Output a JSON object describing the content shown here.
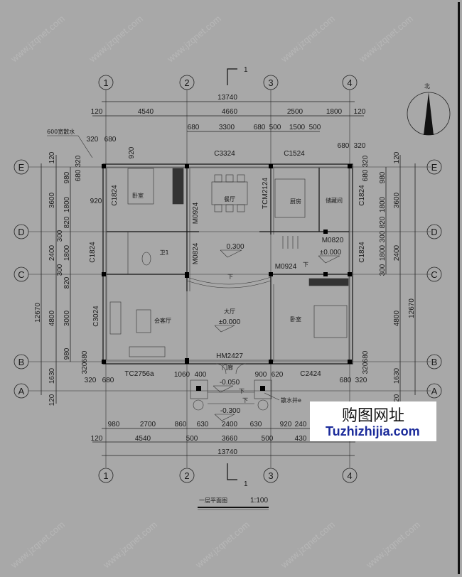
{
  "watermark": "www.jzqnet.com",
  "section_mark": "1",
  "north_label": "北",
  "axes": {
    "cols": [
      "1",
      "2",
      "3",
      "4"
    ],
    "rows": [
      "E",
      "D",
      "C",
      "B",
      "A"
    ]
  },
  "dims": {
    "top_total": "13740",
    "top_row": [
      "120",
      "4540",
      "4660",
      "2500",
      "1800",
      "120"
    ],
    "top_row2": [
      "680",
      "3300",
      "680",
      "500",
      "1500",
      "500"
    ],
    "bottom_row1": [
      "980",
      "2700",
      "860",
      "630",
      "2400",
      "630",
      "920",
      "240"
    ],
    "bottom_row2": [
      "120",
      "4540",
      "500",
      "3660",
      "500",
      "430"
    ],
    "bottom_total": "13740",
    "side_total": "12670",
    "side_mid": [
      "120",
      "3600",
      "2400",
      "4800",
      "1630",
      "120"
    ],
    "left_inner": [
      "980",
      "1800",
      "820",
      "300",
      "1800",
      "300",
      "820",
      "3000",
      "980"
    ],
    "right_inner": [
      "980",
      "1800",
      "820",
      "300",
      "1800",
      "300"
    ],
    "local": {
      "tl_h": [
        "320",
        "680"
      ],
      "tl_v": [
        "320",
        "680"
      ],
      "tl_920a": "920",
      "tl_920b": "920",
      "tr_h": [
        "680",
        "320"
      ],
      "tr_v": [
        "320",
        "680"
      ],
      "bl_v": [
        "320",
        "680"
      ],
      "bl_h": [
        "320",
        "680"
      ],
      "br_v": [
        "320",
        "680"
      ],
      "br_h": [
        "680",
        "320"
      ],
      "door_l": [
        "1060",
        "400"
      ],
      "door_r": [
        "900",
        "620"
      ]
    }
  },
  "notes": {
    "apron": "600宽散水",
    "well": "散水井e"
  },
  "windows": {
    "c3324": "C3324",
    "c1524": "C1524",
    "c1824_l1": "C1824",
    "c1824_l2": "C1824",
    "c3024": "C3024",
    "c1824_r1": "C1824",
    "c1824_r2": "C1824",
    "tc2756a": "TC2756a",
    "hm2427": "HM2427",
    "c2424": "C2424"
  },
  "doors": {
    "m0924_a": "M0924",
    "m0824": "M0824",
    "tcm2124": "TCM2124",
    "m0820": "M0820",
    "m0924_b": "M0924"
  },
  "rooms": {
    "bedroom1": "卧室",
    "dining": "餐厅",
    "kitchen": "厨房",
    "storage": "储藏间",
    "bath": "卫1",
    "reception": "会客厅",
    "hall": "大厅",
    "bedroom2": "卧室",
    "porch": "门廊"
  },
  "elevations": {
    "dining": "0.300",
    "stair": "±0.000",
    "hall": "±0.000",
    "porch": "-0.050",
    "outside": "-0.300"
  },
  "stair_down": [
    "下",
    "下",
    "下",
    "下"
  ],
  "title": "一层平面图",
  "scale": "1:100",
  "brand": {
    "cn": "购图网址",
    "en": "Tuzhizhijia.com"
  }
}
